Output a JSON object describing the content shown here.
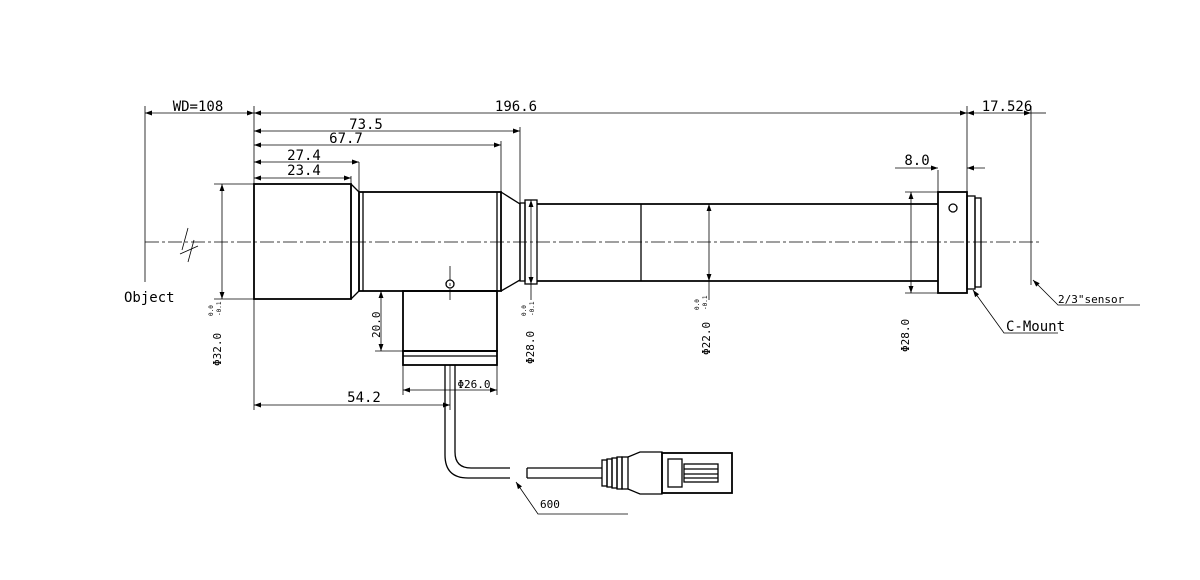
{
  "labels": {
    "object": "Object",
    "sensor": "2/3\"sensor",
    "mount": "C-Mount",
    "cable_length": "600"
  },
  "dimensions": {
    "wd": "WD=108",
    "total_length": "196.6",
    "flange_back": "17.526",
    "l_73_5": "73.5",
    "l_67_7": "67.7",
    "l_27_4": "27.4",
    "l_23_4": "23.4",
    "l_8_0": "8.0",
    "l_20_0": "20.0",
    "l_54_2": "54.2",
    "d_26_0": "Φ26.0",
    "d_32_0": "Φ32.0",
    "d_28_0_a": "Φ28.0",
    "d_22_0": "Φ22.0",
    "d_28_0_b": "Φ28.0"
  },
  "tolerances": {
    "upper": "0.0",
    "lower": "-0.1"
  }
}
